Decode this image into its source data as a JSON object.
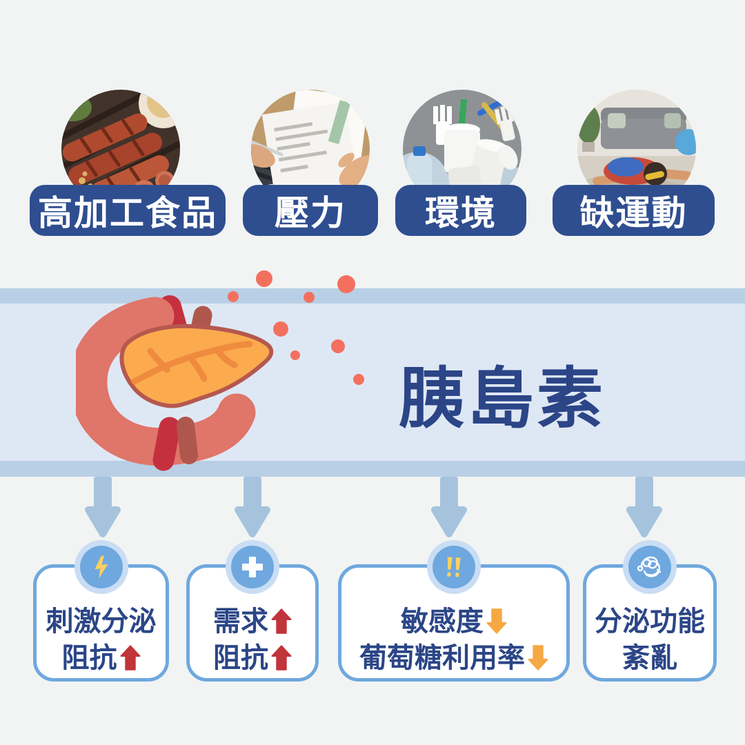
{
  "page": {
    "background_color": "#f1f4f3"
  },
  "causes": [
    {
      "label": "高加工食品",
      "photo": "grilled-sausages-photo"
    },
    {
      "label": "壓力",
      "photo": "stress-paperwork-photo"
    },
    {
      "label": "環境",
      "photo": "plastic-waste-photo"
    },
    {
      "label": "缺運動",
      "photo": "man-lying-on-floor-photo"
    }
  ],
  "insulin_band": {
    "title": "胰島素",
    "title_color": "#2b4587",
    "band_color": "#dee8f4",
    "strip_color": "#b9cfe5",
    "illustration": "pancreas-secreting-insulin",
    "dot_color": "#f3705f"
  },
  "flow": {
    "arrow_icon": "down-flow-arrow-icon",
    "arrow_color": "#a6c3de",
    "count": 4
  },
  "effects": {
    "style": {
      "border_color": "#6fa8de",
      "badge_ring_color": "#c9ddf4",
      "badge_fill_color": "#6fa8de",
      "text_color": "#2b4687",
      "up_arrow_color": "#c0343a",
      "down_arrow_color": "#f6a843"
    },
    "boxes": [
      {
        "icon": "lightning-icon",
        "line1": "刺激分泌",
        "line2": "阻抗",
        "line2_arrow": "up"
      },
      {
        "icon": "plus-icon",
        "line1": "需求",
        "line1_arrow": "up",
        "line2": "阻抗",
        "line2_arrow": "up"
      },
      {
        "icon": "double-exclamation-icon",
        "line1": "敏感度",
        "line1_arrow": "down",
        "line2": "葡萄糖利用率",
        "line2_arrow": "down"
      },
      {
        "icon": "tangle-scribble-icon",
        "line1": "分泌功能",
        "line2": "紊亂"
      }
    ]
  }
}
